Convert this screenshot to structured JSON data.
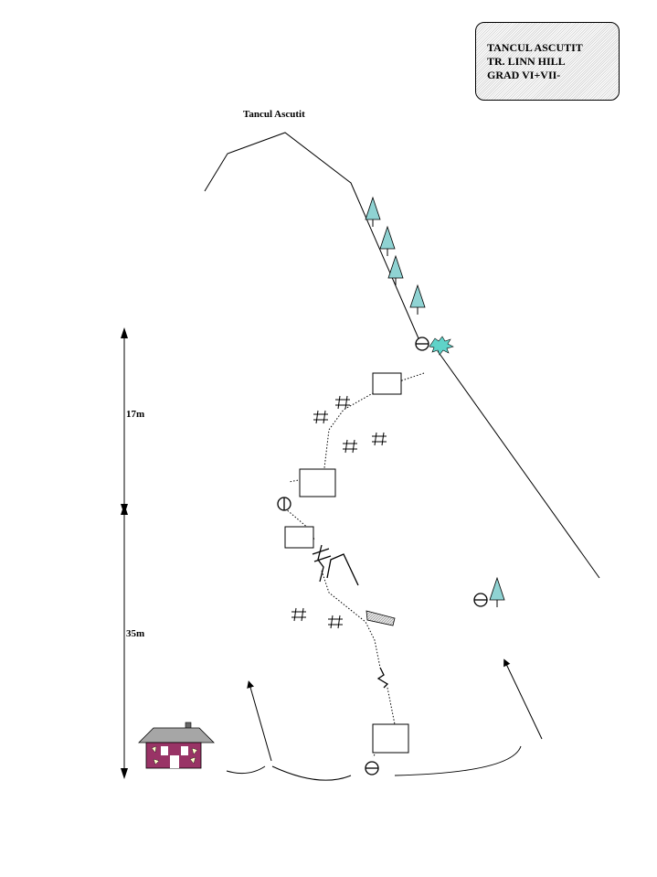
{
  "title_box": {
    "line1": "TANCUL ASCUTIT",
    "line2": "TR. LINN HILL",
    "line3": "GRAD VI+VII-"
  },
  "summit_label": "Tancul Ascutit",
  "pitches": [
    {
      "length": "17m"
    },
    {
      "length": "35m"
    }
  ],
  "colors": {
    "tree": "#8fd3d3",
    "house_wall": "#993366",
    "roof": "#a6a6a6",
    "bush": "#5fd3c9"
  }
}
